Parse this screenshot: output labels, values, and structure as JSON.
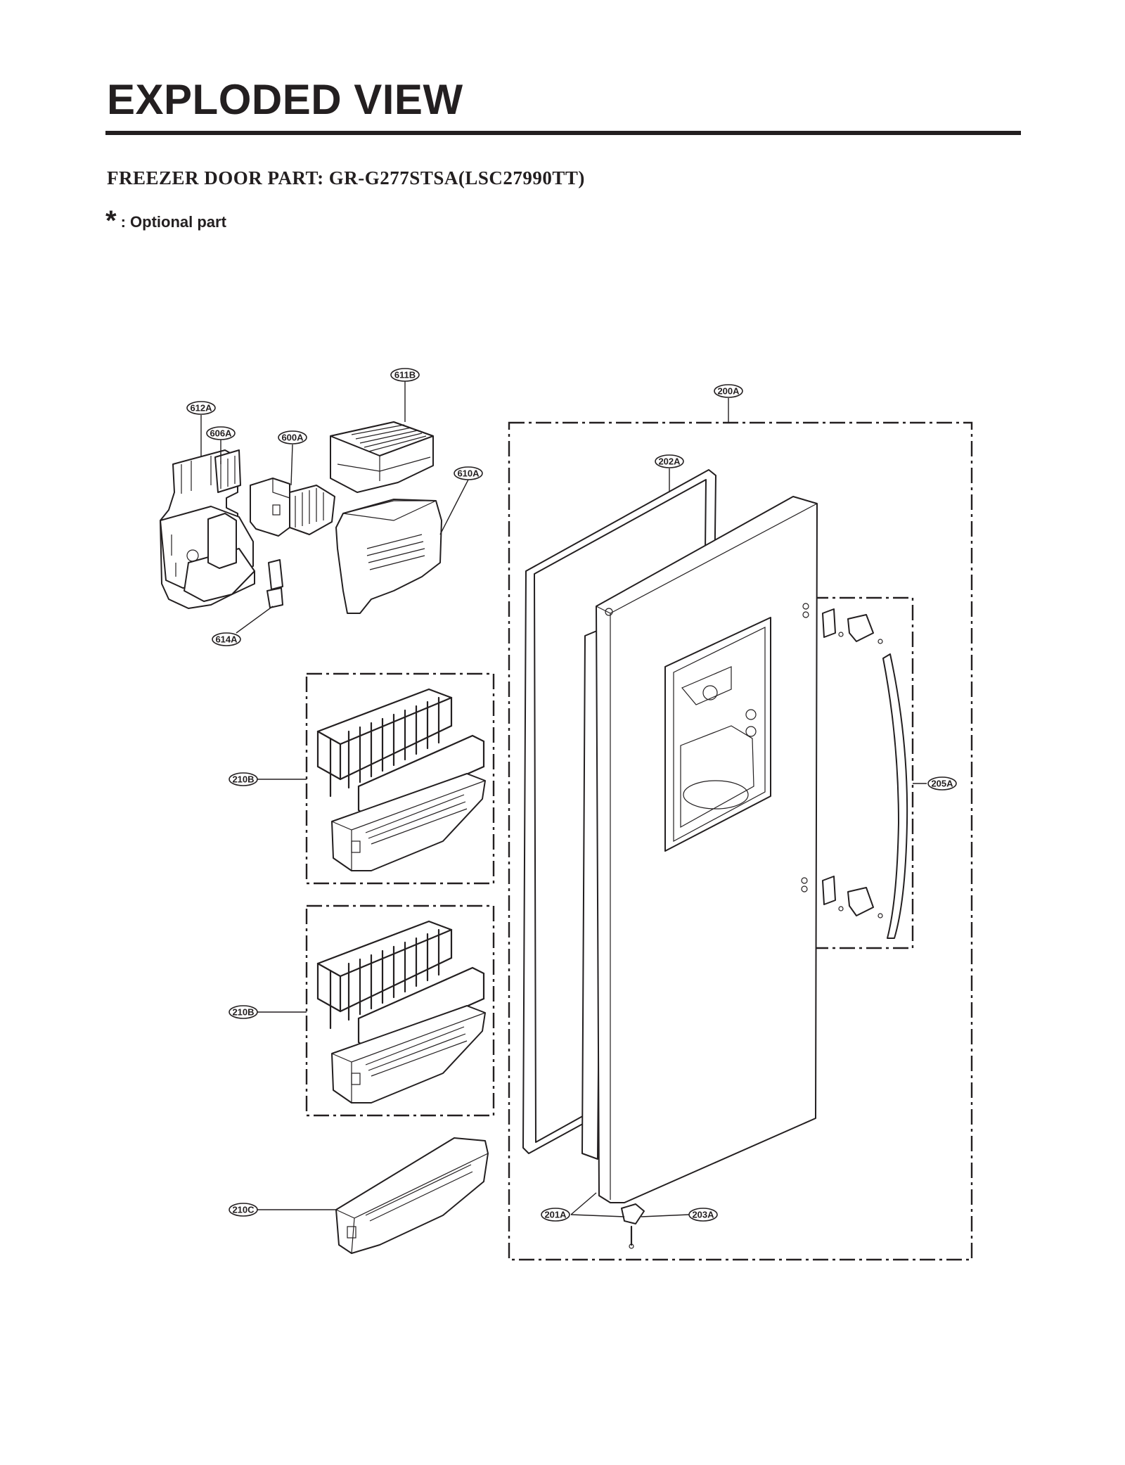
{
  "header": {
    "title": "EXPLODED VIEW",
    "subtitle": "FREEZER DOOR PART: GR-G277STSA(LSC27990TT)",
    "legend_symbol": "*",
    "legend_text": ": Optional part"
  },
  "diagram": {
    "callouts": {
      "c611B": "611B",
      "c612A": "612A",
      "c606A": "606A",
      "c600A": "600A",
      "c610A": "610A",
      "c614A": "614A",
      "c200A": "200A",
      "c202A": "202A",
      "c205A": "205A",
      "c210B_1": "210B",
      "c210B_2": "210B",
      "c210C": "210C",
      "c201A": "201A",
      "c203A": "203A"
    }
  }
}
